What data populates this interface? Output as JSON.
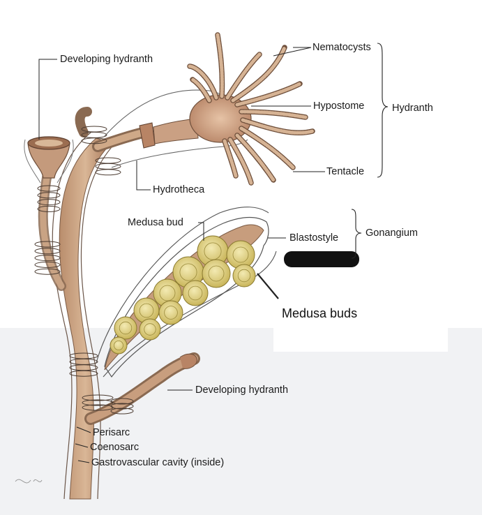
{
  "labels": {
    "developing_hydranth_top": "Developing hydranth",
    "nematocysts": "Nematocysts",
    "hypostome": "Hypostome",
    "hydranth": "Hydranth",
    "tentacle": "Tentacle",
    "hydrotheca": "Hydrotheca",
    "medusa_bud": "Medusa bud",
    "blastostyle": "Blastostyle",
    "gonangium": "Gonangium",
    "medusa_buds": "Medusa buds",
    "developing_hydranth_bottom": "Developing hydranth",
    "perisarc": "Perisarc",
    "coenosarc": "Coenosarc",
    "gastrovascular_cavity": "Gastrovascular cavity (inside)"
  },
  "colors": {
    "tissue": "#c9a384",
    "tissue_dark": "#6e4f3b",
    "medusa_bud": "#e3d585",
    "redaction": "#111111"
  }
}
